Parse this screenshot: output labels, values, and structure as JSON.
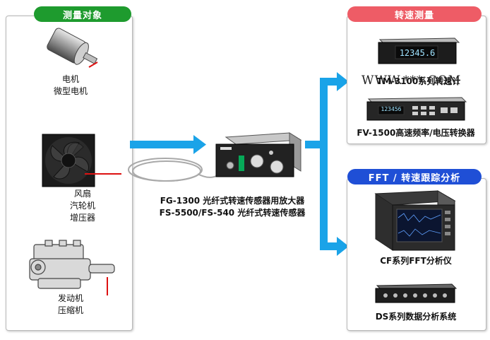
{
  "left": {
    "title": "测量对象",
    "motor_label": [
      "电机",
      "微型电机"
    ],
    "fan_label": [
      "风扇",
      "汽轮机",
      "增压器"
    ],
    "engine_label": [
      "发动机",
      "压缩机"
    ]
  },
  "center": {
    "caption_line1": "FG-1300 光纤式转速传感器用放大器",
    "caption_line2": "FS-5500/FS-540 光纤式转速传感器"
  },
  "right_top": {
    "title": "转速测量",
    "tm_label": "TM-3100系列转速计",
    "tm_display": "12345.6",
    "fv_label": "FV-1500高速频率/电压转换器",
    "fv_display": "123456"
  },
  "right_bottom": {
    "title": "FFT / 转速跟踪分析",
    "cf_label": "CF系列FFT分析仪",
    "ds_label": "DS系列数据分析系统"
  },
  "watermark": "WWW.***.COM",
  "colors": {
    "green": "#1e9b2e",
    "red": "#ee5c66",
    "blue": "#1f4fd6",
    "arrow": "#1aa3e8"
  }
}
